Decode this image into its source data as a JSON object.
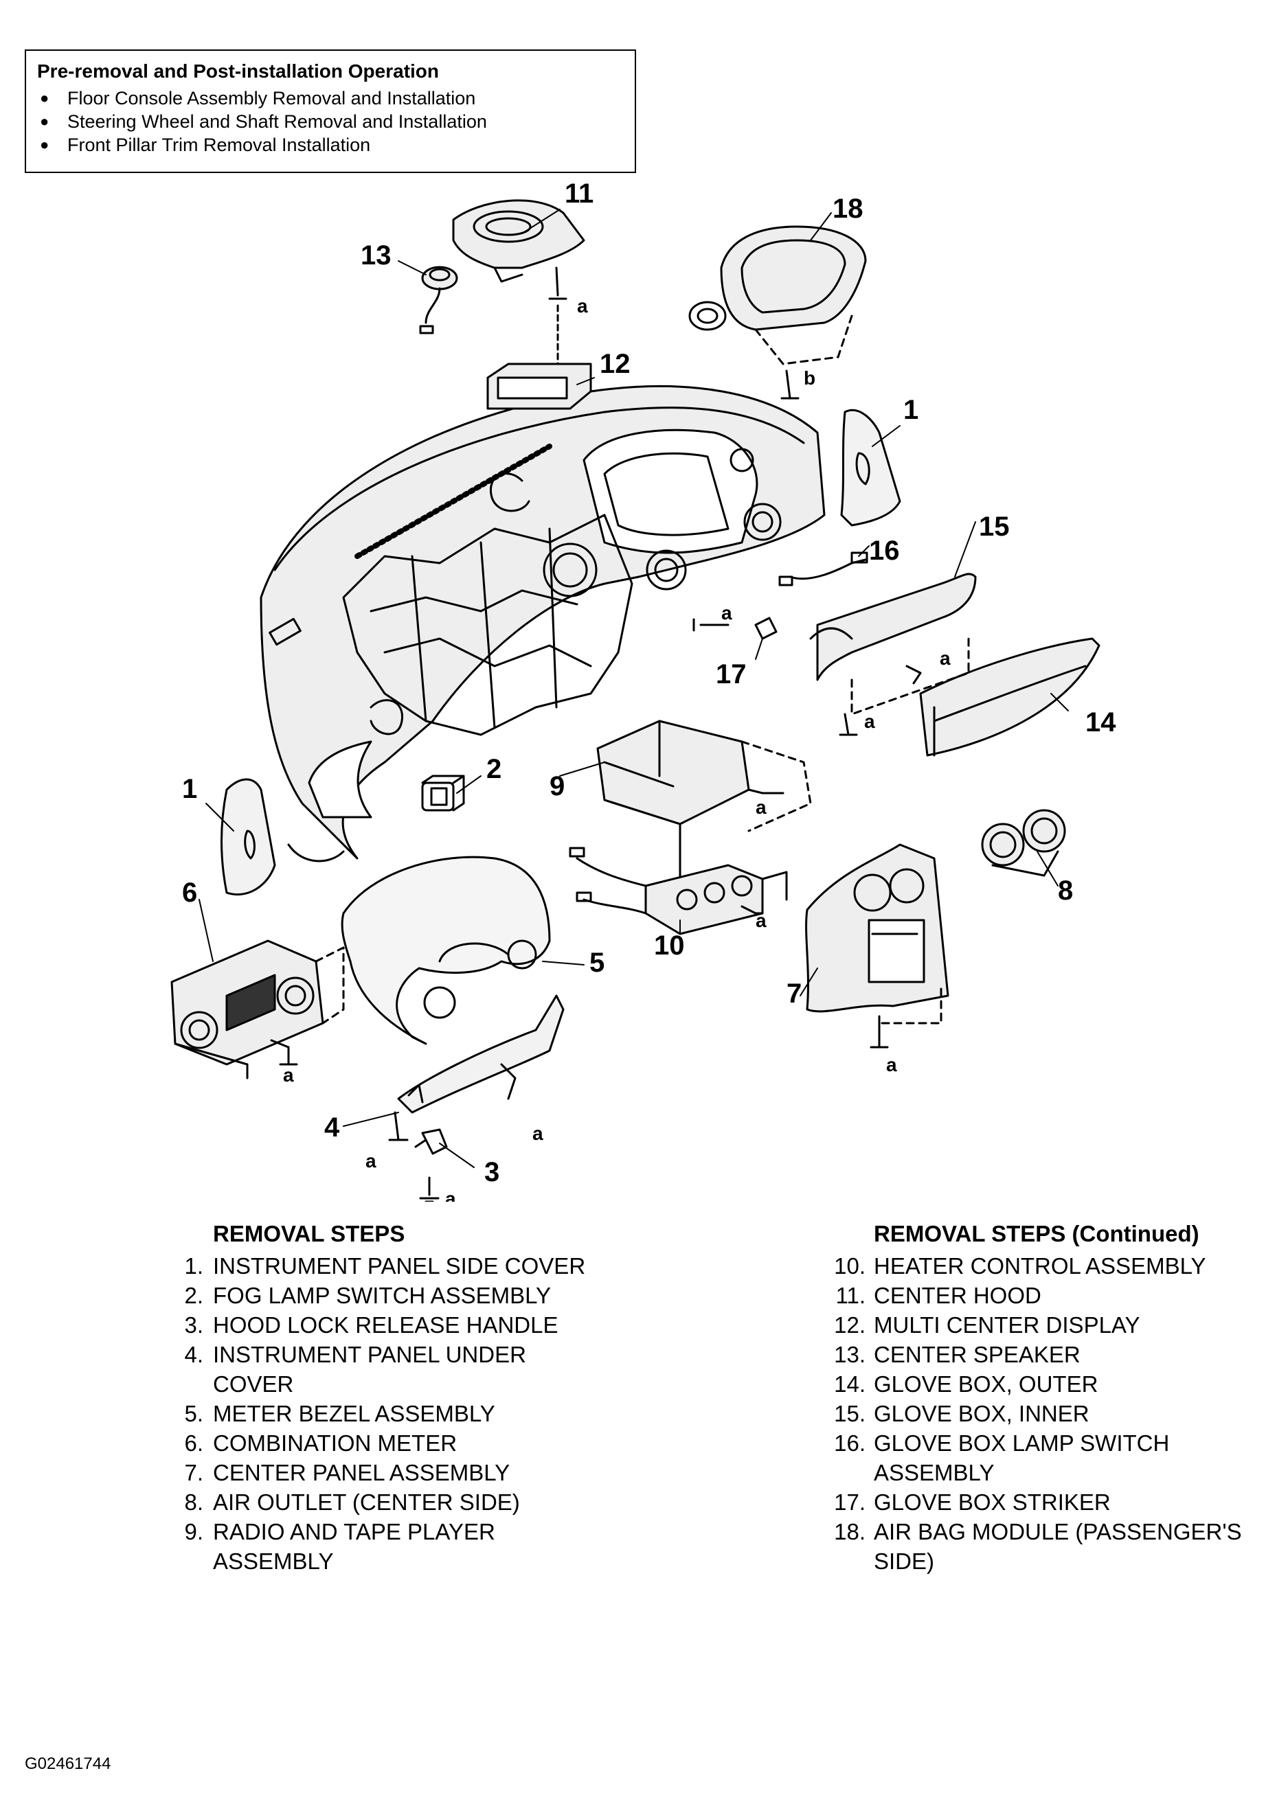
{
  "pre_removal": {
    "title": "Pre-removal and Post-installation Operation",
    "items": [
      "Floor Console Assembly Removal and Installation",
      "Steering Wheel and Shaft Removal and Installation",
      "Front Pillar Trim Removal Installation"
    ]
  },
  "callouts": {
    "n1": "1",
    "n2": "2",
    "n3": "3",
    "n4": "4",
    "n5": "5",
    "n6": "6",
    "n7": "7",
    "n8": "8",
    "n9": "9",
    "n10": "10",
    "n11": "11",
    "n12": "12",
    "n13": "13",
    "n14": "14",
    "n15": "15",
    "n16": "16",
    "n17": "17",
    "n18": "18",
    "a": "a",
    "b": "b"
  },
  "removal_steps": {
    "title": "REMOVAL STEPS",
    "items": [
      {
        "num": "1.",
        "text": "INSTRUMENT PANEL SIDE COVER"
      },
      {
        "num": "2.",
        "text": "FOG LAMP SWITCH ASSEMBLY"
      },
      {
        "num": "3.",
        "text": "HOOD LOCK RELEASE HANDLE"
      },
      {
        "num": "4.",
        "text": "INSTRUMENT PANEL UNDER COVER"
      },
      {
        "num": "5.",
        "text": "METER BEZEL ASSEMBLY"
      },
      {
        "num": "6.",
        "text": "COMBINATION METER"
      },
      {
        "num": "7.",
        "text": "CENTER PANEL ASSEMBLY"
      },
      {
        "num": "8.",
        "text": "AIR OUTLET (CENTER SIDE)"
      },
      {
        "num": "9.",
        "text": "RADIO AND TAPE PLAYER ASSEMBLY"
      }
    ]
  },
  "removal_steps_continued": {
    "title": "REMOVAL STEPS (Continued)",
    "items": [
      {
        "num": "10.",
        "text": "HEATER CONTROL ASSEMBLY"
      },
      {
        "num": "11.",
        "text": "CENTER HOOD"
      },
      {
        "num": "12.",
        "text": "MULTI CENTER DISPLAY"
      },
      {
        "num": "13.",
        "text": "CENTER SPEAKER"
      },
      {
        "num": "14.",
        "text": "GLOVE BOX, OUTER"
      },
      {
        "num": "15.",
        "text": "GLOVE BOX, INNER"
      },
      {
        "num": "16.",
        "text": "GLOVE BOX LAMP SWITCH ASSEMBLY"
      },
      {
        "num": "17.",
        "text": "GLOVE BOX STRIKER"
      },
      {
        "num": "18.",
        "text": "AIR BAG MODULE (PASSENGER'S SIDE)"
      }
    ]
  },
  "figure_id": "G02461744"
}
